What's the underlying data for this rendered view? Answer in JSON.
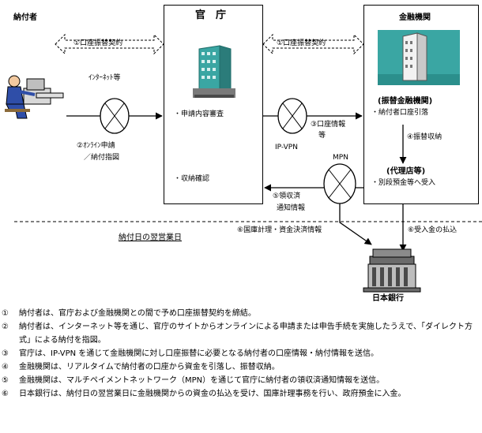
{
  "labels": {
    "payer": "納付者",
    "agency": "官　庁",
    "bank": "金融機関",
    "boj": "日本銀行",
    "agency_review": "・申請内容審査",
    "agency_confirm": "・収納確認",
    "bank_transfer_title": "(振替金融機関)",
    "bank_transfer_item": "・納付者口座引落",
    "bank_agent_title": "(代理店等)",
    "bank_agent_item": "・別段預金等へ受入",
    "contract_left": "①口座振替契約",
    "contract_right": "①口座振替契約",
    "internet": "ｲﾝﾀｰﾈｯﾄ等",
    "online_line1": "②ｵﾝﾗｲﾝ申請",
    "online_line2": "／納付指図",
    "ipvpn": "IP-VPN",
    "account_info_line1": "③口座情報",
    "account_info_line2": "等",
    "mpn": "MPN",
    "transfer_collect": "④振替収納",
    "receipt_line1": "⑤領収済",
    "receipt_line2": "通知情報",
    "treasury": "⑥国庫計理・資金決済情報",
    "payment": "⑥受入金の払込",
    "next_day": "納付日の翌営業日"
  },
  "notes": [
    {
      "num": "①",
      "text": "納付者は、官庁および金融機関との間で予め口座振替契約を締結。"
    },
    {
      "num": "②",
      "text": "納付者は、インターネット等を通じ、官庁のサイトからオンラインによる申請または申告手続を実施したうえで、「ダイレクト方式」による納付を指図。"
    },
    {
      "num": "③",
      "text": "官庁は、IP-VPN を通じて金融機関に対し口座振替に必要となる納付者の口座情報・納付情報を送信。"
    },
    {
      "num": "④",
      "text": "金融機関は、リアルタイムで納付者の口座から資金を引落し、振替収納。"
    },
    {
      "num": "⑤",
      "text": "金融機関は、マルチペイメントネットワーク（MPN）を通じて官庁に納付者の領収済通知情報を送信。"
    },
    {
      "num": "⑥",
      "text": "日本銀行は、納付日の翌営業日に金融機関からの資金の払込を受け、国庫計理事務を行い、政府預金に入金。"
    }
  ],
  "colors": {
    "building_teal": "#3aa6a3",
    "building_grey": "#8b8b8b",
    "person_blue": "#2f4ea8"
  }
}
